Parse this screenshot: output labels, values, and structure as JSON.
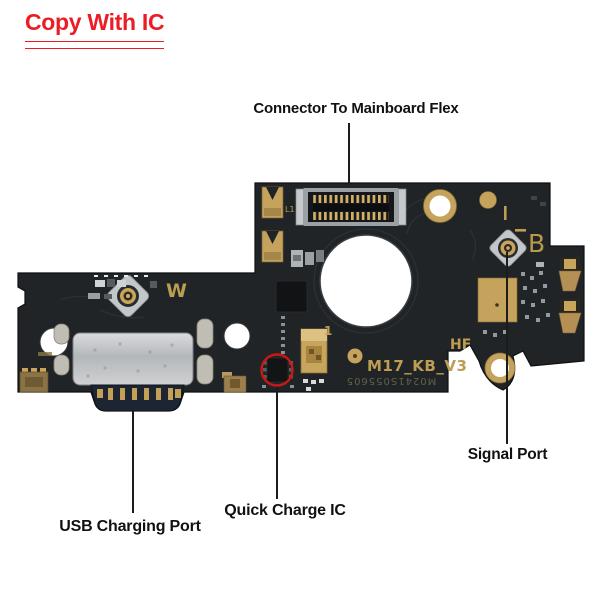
{
  "badge": {
    "text": "Copy With IC",
    "color": "#ed1c24"
  },
  "callouts": {
    "mainboard_flex": {
      "label": "Connector To Mainboard Flex"
    },
    "signal_port": {
      "label": "Signal Port"
    },
    "usb_charging": {
      "label": "USB Charging Port"
    },
    "quick_charge": {
      "label": "Quick Charge IC"
    }
  },
  "board": {
    "silkscreen": {
      "model": "M17_KB_V3",
      "hf": "HF",
      "serial": "M0241S055605",
      "w": "W",
      "b": "B",
      "l1": "L1",
      "one": "1"
    },
    "colors": {
      "pcb": "#212427",
      "gold": "#c6a35c",
      "silkscreen_gold": "#bd9d51",
      "metal": "#c2c5c8",
      "highlight_circle": "#cc1717",
      "label_text": "#111111"
    }
  }
}
